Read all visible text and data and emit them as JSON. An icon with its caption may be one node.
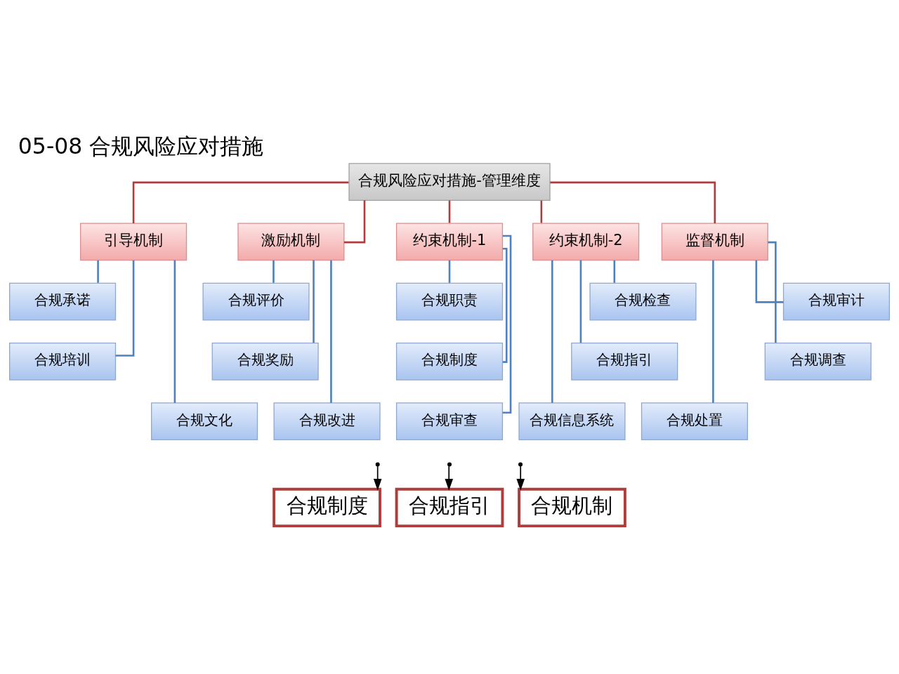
{
  "diagram": {
    "title": "05-08 合规风险应对措施",
    "nodes": [
      {
        "text": [
          "合规风险应对措施-管理维度"
        ]
      },
      {
        "text": [
          "引导机制"
        ]
      },
      {
        "text": [
          "激励机制"
        ]
      },
      {
        "text": [
          "约束机制-1"
        ]
      },
      {
        "text": [
          "约束机制-2"
        ]
      },
      {
        "text": [
          "监督机制"
        ]
      },
      {
        "text": [
          "合规承诺"
        ]
      },
      {
        "text": [
          "合规培训"
        ]
      },
      {
        "text": [
          "合规文化"
        ]
      },
      {
        "text": [
          "合规评价"
        ]
      },
      {
        "text": [
          "合规奖励"
        ]
      },
      {
        "text": [
          "合规改进"
        ]
      },
      {
        "text": [
          "合规职责"
        ]
      },
      {
        "text": [
          "合规制度"
        ]
      },
      {
        "text": [
          "合规审查"
        ]
      },
      {
        "text": [
          "合规检查"
        ]
      },
      {
        "text": [
          "合规指引"
        ]
      },
      {
        "text": [
          "合规信息系统"
        ]
      },
      {
        "text": [
          "合规审计"
        ]
      },
      {
        "text": [
          "合规调查"
        ]
      },
      {
        "text": [
          "合规处置"
        ]
      },
      {
        "text": [
          "合规制度"
        ]
      },
      {
        "text": [
          "合规指引"
        ]
      },
      {
        "text": [
          "合规机制"
        ]
      }
    ],
    "edges": [
      {
        "from": 0,
        "to": 1,
        "arrow": "none",
        "color": "#b03c3c"
      },
      {
        "from": 0,
        "to": 2,
        "arrow": "none",
        "color": "#b03c3c"
      },
      {
        "from": 0,
        "to": 3,
        "arrow": "none",
        "color": "#b03c3c"
      },
      {
        "from": 0,
        "to": 4,
        "arrow": "none",
        "color": "#b03c3c"
      },
      {
        "from": 0,
        "to": 5,
        "arrow": "none",
        "color": "#b03c3c"
      },
      {
        "from": 1,
        "to": 6,
        "arrow": "none"
      },
      {
        "from": 1,
        "to": 7,
        "arrow": "none"
      },
      {
        "from": 1,
        "to": 8,
        "arrow": "none"
      },
      {
        "from": 2,
        "to": 9,
        "arrow": "none"
      },
      {
        "from": 2,
        "to": 10,
        "arrow": "none"
      },
      {
        "from": 2,
        "to": 11,
        "arrow": "none"
      },
      {
        "from": 3,
        "to": 12,
        "arrow": "none"
      },
      {
        "from": 3,
        "to": 13,
        "arrow": "none"
      },
      {
        "from": 3,
        "to": 14,
        "arrow": "none"
      },
      {
        "from": 4,
        "to": 15,
        "arrow": "none"
      },
      {
        "from": 4,
        "to": 16,
        "arrow": "none"
      },
      {
        "from": 4,
        "to": 17,
        "arrow": "none"
      },
      {
        "from": 5,
        "to": 18,
        "arrow": "none"
      },
      {
        "from": 5,
        "to": 19,
        "arrow": "none"
      },
      {
        "from": 5,
        "to": 20,
        "arrow": "none"
      },
      {
        "from": null,
        "to": 21,
        "arrow": "to",
        "color": "#000000"
      },
      {
        "from": null,
        "to": 22,
        "arrow": "to",
        "color": "#000000"
      },
      {
        "from": null,
        "to": 23,
        "arrow": "to",
        "color": "#000000"
      }
    ]
  }
}
